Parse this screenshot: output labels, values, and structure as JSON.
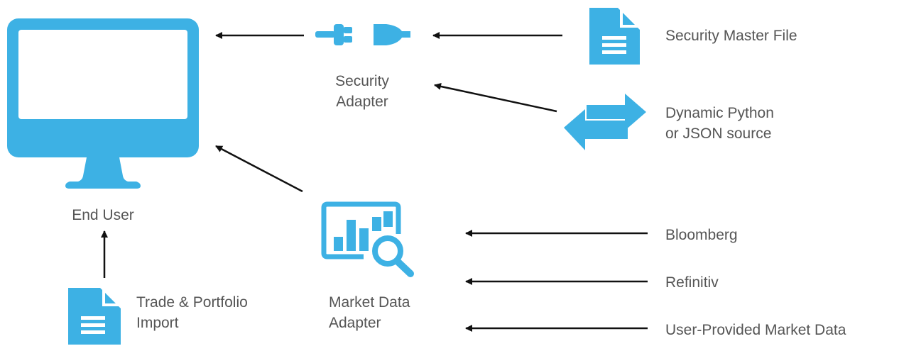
{
  "colors": {
    "icon": "#3DB1E4",
    "arrow": "#111111",
    "text": "#555555"
  },
  "nodes": {
    "end_user": {
      "label": "End User",
      "icon": "monitor-icon"
    },
    "security_adapter": {
      "label_line1": "Security",
      "label_line2": "Adapter",
      "icon": "plug-icon"
    },
    "security_master_file": {
      "label": "Security Master File",
      "icon": "document-icon"
    },
    "dynamic_source": {
      "label_line1": "Dynamic Python",
      "label_line2": "or JSON source",
      "icon": "exchange-arrows-icon"
    },
    "market_data_adapter": {
      "label_line1": "Market Data",
      "label_line2": "Adapter",
      "icon": "chart-magnifier-icon"
    },
    "bloomberg": {
      "label": "Bloomberg"
    },
    "refinitiv": {
      "label": "Refinitiv"
    },
    "user_provided": {
      "label": "User-Provided Market Data"
    },
    "trade_portfolio_import": {
      "label_line1": "Trade & Portfolio",
      "label_line2": "Import",
      "icon": "document-icon"
    }
  },
  "edges": [
    {
      "from": "security_adapter",
      "to": "end_user"
    },
    {
      "from": "security_master_file",
      "to": "security_adapter"
    },
    {
      "from": "dynamic_source",
      "to": "security_adapter"
    },
    {
      "from": "market_data_adapter",
      "to": "end_user"
    },
    {
      "from": "bloomberg",
      "to": "market_data_adapter"
    },
    {
      "from": "refinitiv",
      "to": "market_data_adapter"
    },
    {
      "from": "user_provided",
      "to": "market_data_adapter"
    },
    {
      "from": "trade_portfolio_import",
      "to": "end_user"
    }
  ]
}
